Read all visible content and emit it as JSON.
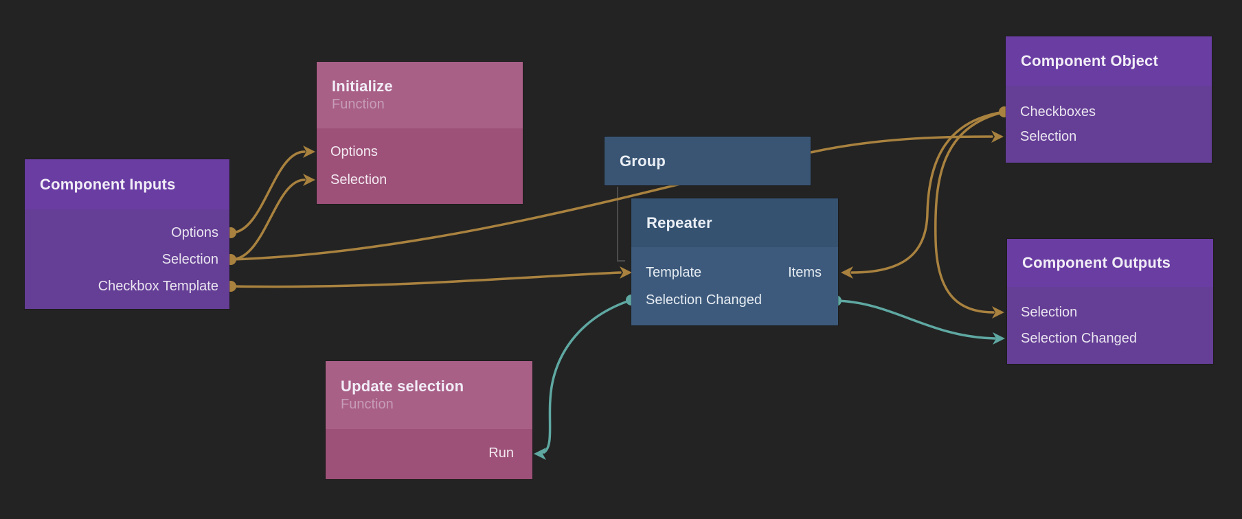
{
  "app": {
    "description": "Node graph editor canvas"
  },
  "colors": {
    "background": "#232323",
    "purple_header": "#6a3da3",
    "purple_body": "#653e96",
    "pink_header": "#a96087",
    "pink_body": "#9d5178",
    "blue_header": "#355271",
    "blue_body": "#3d5a7c",
    "group_fill": "#3a5574",
    "wire_data": "#a9823f",
    "wire_signal": "#5fa8a2",
    "hierarchy_line": "#4b4b4b"
  },
  "nodes": {
    "component_inputs": {
      "title": "Component Inputs",
      "ports": {
        "options": "Options",
        "selection": "Selection",
        "checkbox_template": "Checkbox Template"
      }
    },
    "initialize": {
      "title": "Initialize",
      "subtitle": "Function",
      "ports": {
        "options": "Options",
        "selection": "Selection"
      }
    },
    "group": {
      "title": "Group"
    },
    "repeater": {
      "title": "Repeater",
      "ports": {
        "template": "Template",
        "selection_changed": "Selection Changed",
        "items": "Items"
      }
    },
    "component_object": {
      "title": "Component Object",
      "ports": {
        "checkboxes": "Checkboxes",
        "selection": "Selection"
      }
    },
    "component_outputs": {
      "title": "Component Outputs",
      "ports": {
        "selection": "Selection",
        "selection_changed": "Selection Changed"
      }
    },
    "update_selection": {
      "title": "Update selection",
      "subtitle": "Function",
      "ports": {
        "run": "Run"
      }
    }
  },
  "connections": [
    {
      "from": "Component Inputs.Options",
      "to": "Initialize.Options",
      "type": "data"
    },
    {
      "from": "Component Inputs.Selection",
      "to": "Initialize.Selection",
      "type": "data"
    },
    {
      "from": "Component Inputs.Selection",
      "to": "Component Object.Selection",
      "type": "data"
    },
    {
      "from": "Component Inputs.Checkbox Template",
      "to": "Repeater.Template",
      "type": "data"
    },
    {
      "from": "Component Object.Checkboxes",
      "to": "Repeater.Items",
      "type": "data"
    },
    {
      "from": "Component Object.Checkboxes",
      "to": "Component Outputs.Selection",
      "type": "data"
    },
    {
      "from": "Repeater.Selection Changed",
      "to": "Component Outputs.Selection Changed",
      "type": "signal"
    },
    {
      "from": "Repeater.Selection Changed",
      "to": "Update selection.Run",
      "type": "signal"
    }
  ],
  "hierarchy": [
    {
      "parent": "Group",
      "child": "Repeater"
    }
  ]
}
